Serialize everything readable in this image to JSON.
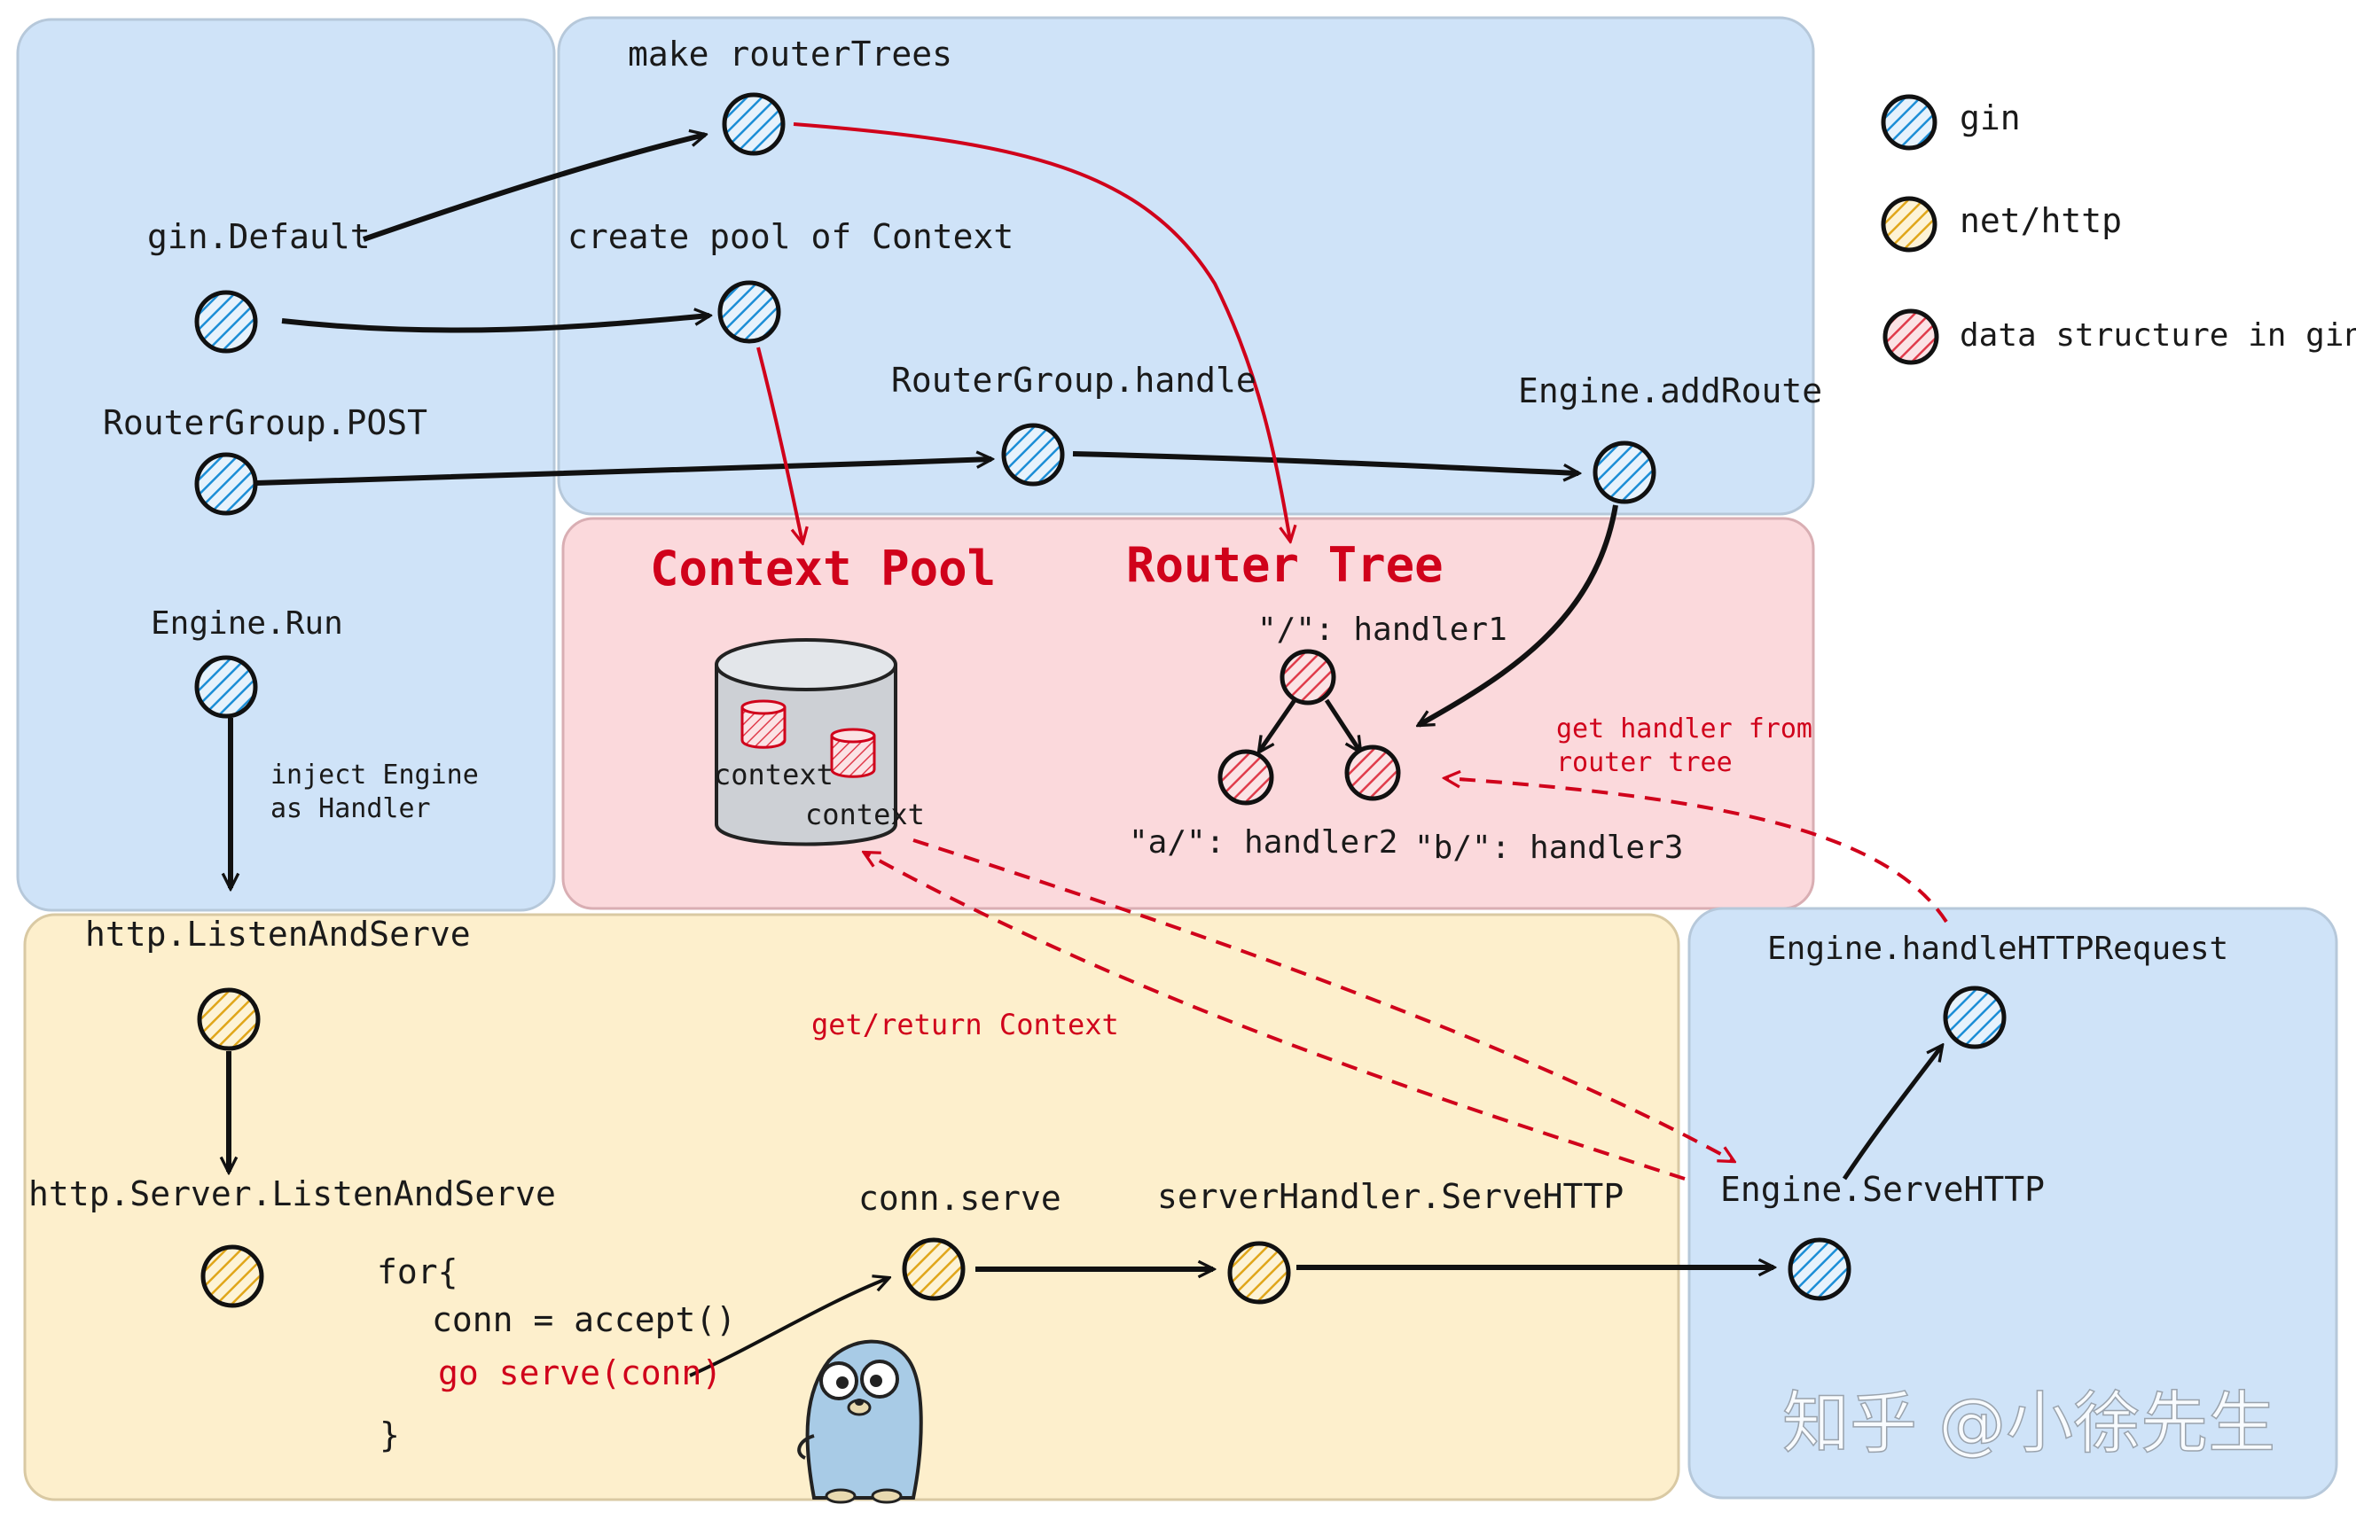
{
  "labels": {
    "make_router_trees": "make routerTrees",
    "gin_default": "gin.Default",
    "create_pool": "create pool of Context",
    "router_group_post": "RouterGroup.POST",
    "router_group_handle": "RouterGroup.handle",
    "engine_add_route": "Engine.addRoute",
    "engine_run": "Engine.Run",
    "inject_line1": "inject Engine",
    "inject_line2": "as Handler",
    "context_pool": "Context Pool",
    "router_tree": "Router Tree",
    "handler1": "\"/\": handler1",
    "handler2": "\"a/\": handler2",
    "handler3": "\"b/\": handler3",
    "context_a": "context",
    "context_b": "context",
    "get_handler_line1": "get handler from",
    "get_handler_line2": "router tree",
    "http_listen": "http.ListenAndServe",
    "get_return_context": "get/return Context",
    "engine_handle_http": "Engine.handleHTTPRequest",
    "http_server_listen": "http.Server.ListenAndServe",
    "conn_serve": "conn.serve",
    "server_handler": "serverHandler.ServeHTTP",
    "engine_serve_http": "Engine.ServeHTTP",
    "code_for": "for{",
    "code_accept": "conn = accept()",
    "code_go": "go serve(conn)",
    "code_close": "}"
  },
  "legend": [
    {
      "label": "gin",
      "color": "#1c8ed6"
    },
    {
      "label": "net/http",
      "color": "#e0a61a"
    },
    {
      "label": "data structure in gin",
      "color": "#e03c4b"
    }
  ],
  "colors": {
    "blue_region": "#cfe3f8",
    "pink_region": "#fbd9dc",
    "yellow_region": "#fdefcc",
    "accent_red": "#d0021b"
  },
  "watermark": "知乎 @小徐先生"
}
